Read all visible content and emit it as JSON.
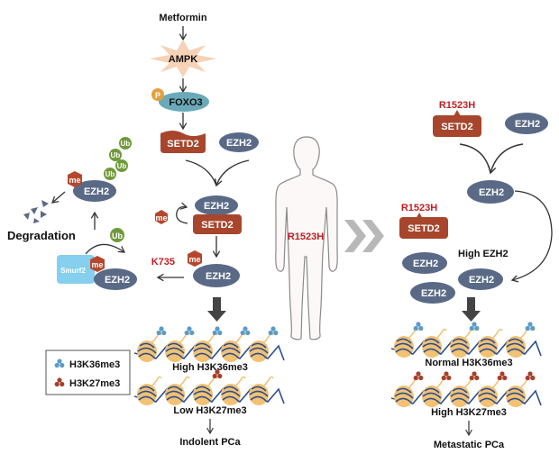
{
  "colors": {
    "ezh2": "#5a6a86",
    "setd2": "#a7462c",
    "me": "#b5472d",
    "ub": "#6f9a3a",
    "foxo3": "#6aaab8",
    "ampk": "#f6d2b6",
    "phospho": "#e4a13b",
    "smurf2": "#86cfee",
    "mutation": "#c01e24",
    "h3k36": "#5b9bc8",
    "h3k27": "#a5402c",
    "nucleosome": "#f3c173",
    "dna": "#2c4f8e",
    "bigarrow": "#444444",
    "chevron": "#b8b8b8"
  },
  "left": {
    "metformin": "Metformin",
    "ampk": "AMPK",
    "phospho": "P",
    "foxo3": "FOXO3",
    "setd2": "SETD2",
    "ezh2": "EZH2",
    "complex_ezh2": "EZH2",
    "complex_setd2": "SETD2",
    "me": "me",
    "k735": "K735",
    "methylated_ezh2": "EZH2",
    "smurf2": "Smurf2",
    "smurf_ezh2": "EZH2",
    "ub": "Ub",
    "degradation": "Degradation",
    "degraded_ezh2": "EZH2",
    "high_h3k36": "High H3K36me3",
    "low_h3k27": "Low H3K27me3",
    "outcome": "Indolent PCa"
  },
  "legend": {
    "items": [
      {
        "label": "H3K36me3",
        "color": "#5b9bc8"
      },
      {
        "label": "H3K27me3",
        "color": "#a5402c"
      }
    ]
  },
  "middle": {
    "mutation": "R1523H"
  },
  "right": {
    "mutation_top": "R1523H",
    "setd2_top": "SETD2",
    "ezh2_top": "EZH2",
    "ezh2_mid": "EZH2",
    "mutation_mid": "R1523H",
    "setd2_mid": "SETD2",
    "high_ezh2": "High EZH2",
    "ezh2_a": "EZH2",
    "ezh2_b": "EZH2",
    "ezh2_c": "EZH2",
    "normal_h3k36": "Normal H3K36me3",
    "high_h3k27": "High H3K27me3",
    "outcome": "Metastatic PCa"
  }
}
